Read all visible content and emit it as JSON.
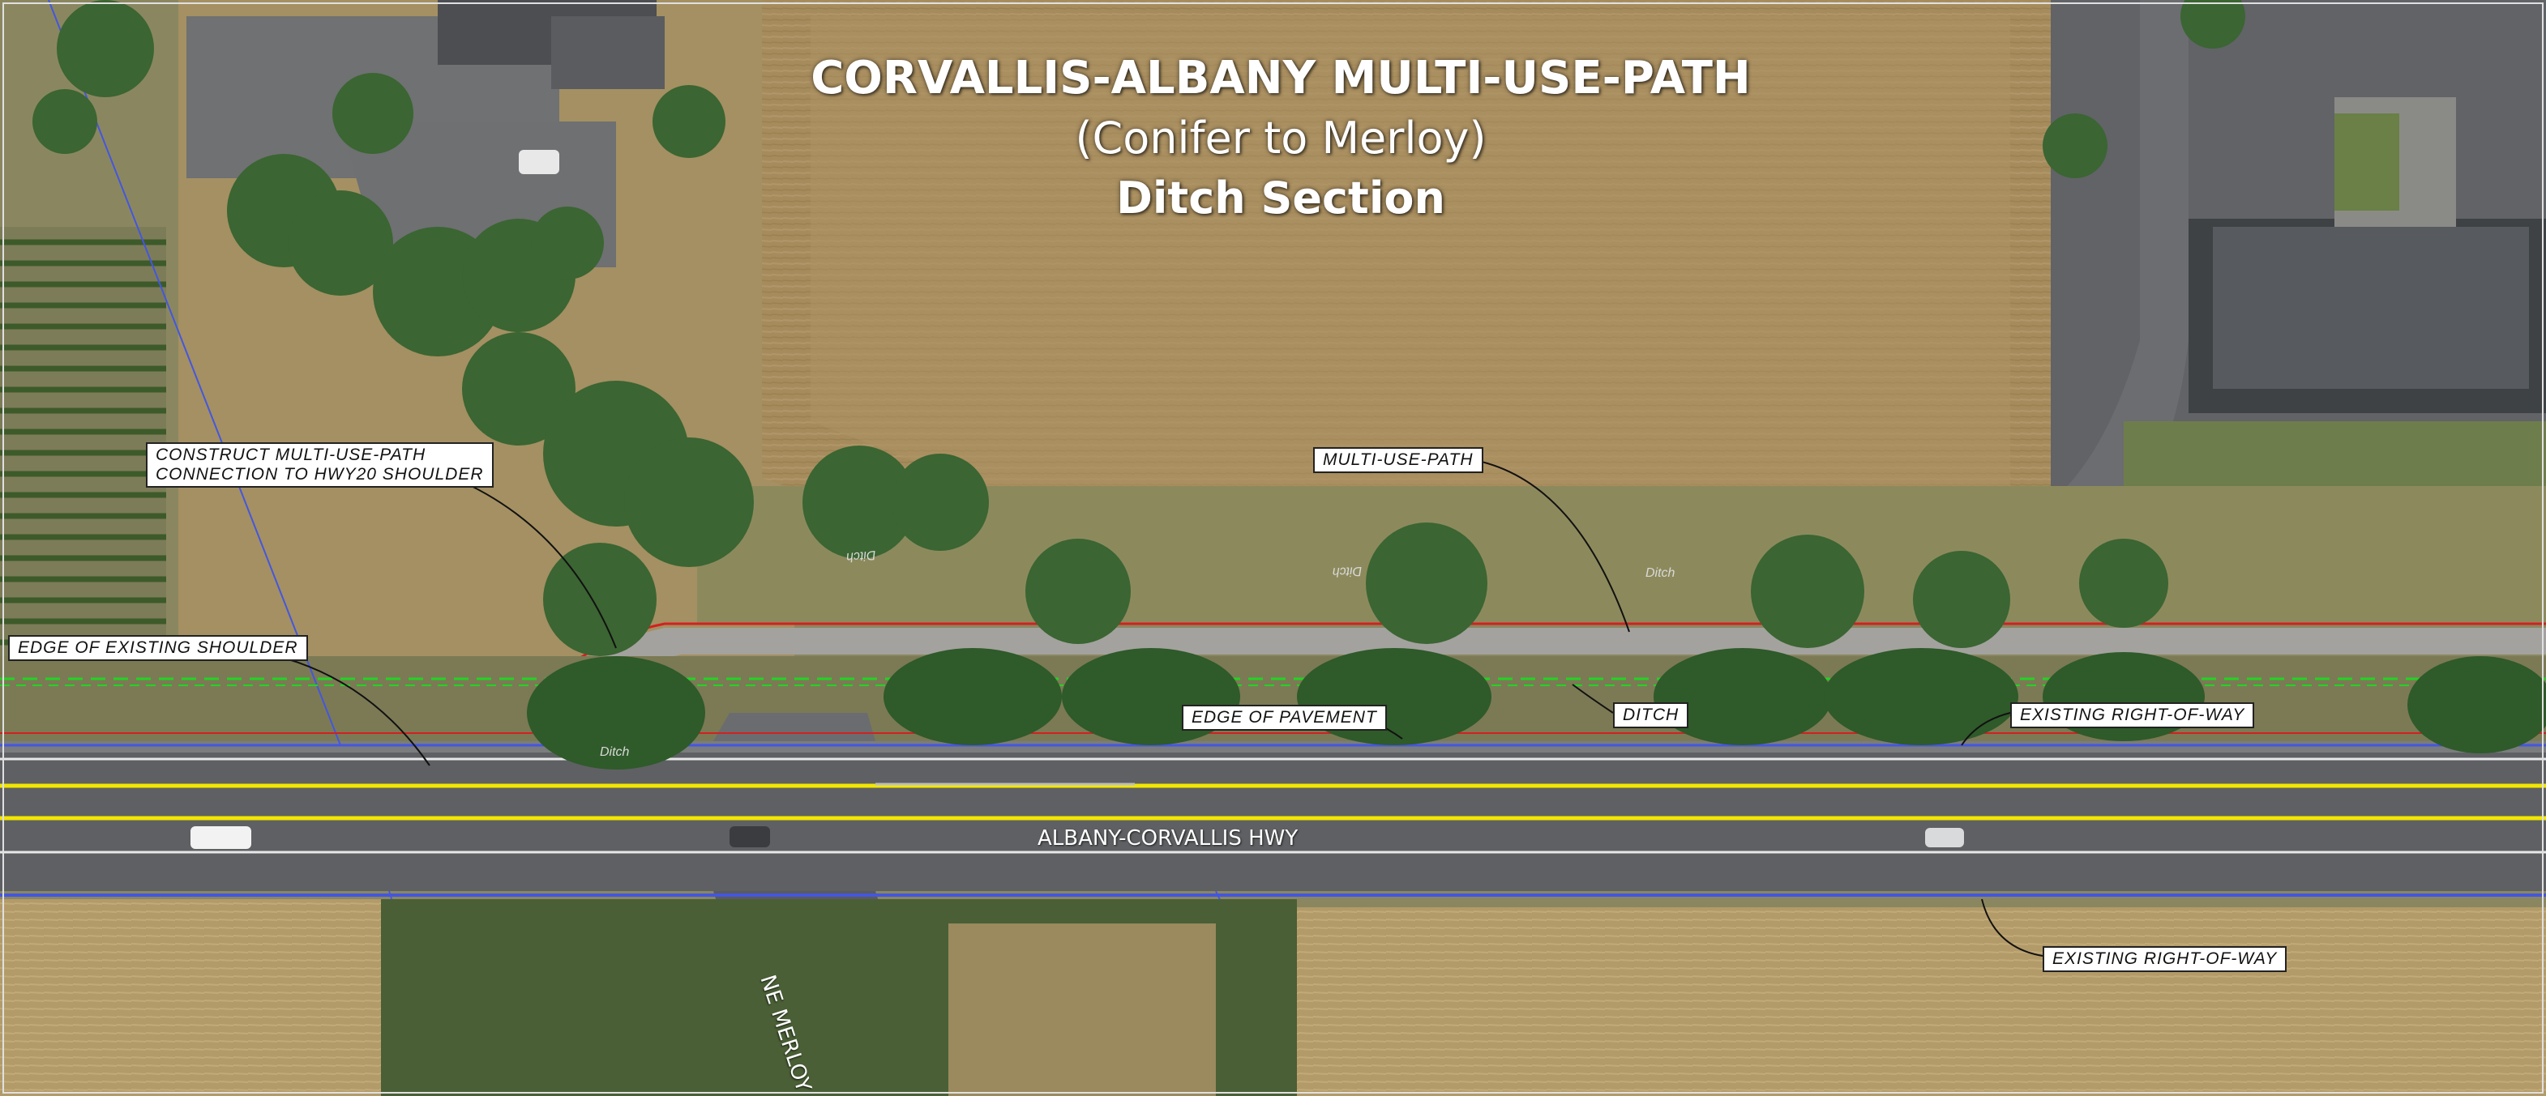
{
  "title": {
    "line1": "CORVALLIS-ALBANY MULTI-USE-PATH",
    "line2": "(Conifer to Merloy)",
    "line3": "Ditch Section"
  },
  "callouts": {
    "construct_path": "CONSTRUCT MULTI-USE-PATH",
    "construct_path_2": "CONNECTION TO HWY20 SHOULDER",
    "edge_shoulder": "EDGE OF EXISTING SHOULDER",
    "multi_use_path": "MULTI-USE-PATH",
    "edge_pavement": "EDGE OF PAVEMENT",
    "ditch": "DITCH",
    "row_north": "EXISTING RIGHT-OF-WAY",
    "row_south": "EXISTING RIGHT-OF-WAY"
  },
  "roads": {
    "highway": "ALBANY-CORVALLIS HWY",
    "merloy": "NE MERLOY AVE"
  },
  "map_text": {
    "ditch_1": "Ditch",
    "ditch_2": "Ditch",
    "ditch_3": "Ditch",
    "ditch_4": "Ditch"
  },
  "colors": {
    "field": "#a58b5c",
    "grass": "#7e8a52",
    "asphalt": "#5e6063",
    "path": "#a5a49f",
    "tree": "#3f6a35",
    "centerline": "#f2e600",
    "row_line": "#4456e0",
    "path_edge": "#d32020",
    "green_dash": "#22d422"
  }
}
